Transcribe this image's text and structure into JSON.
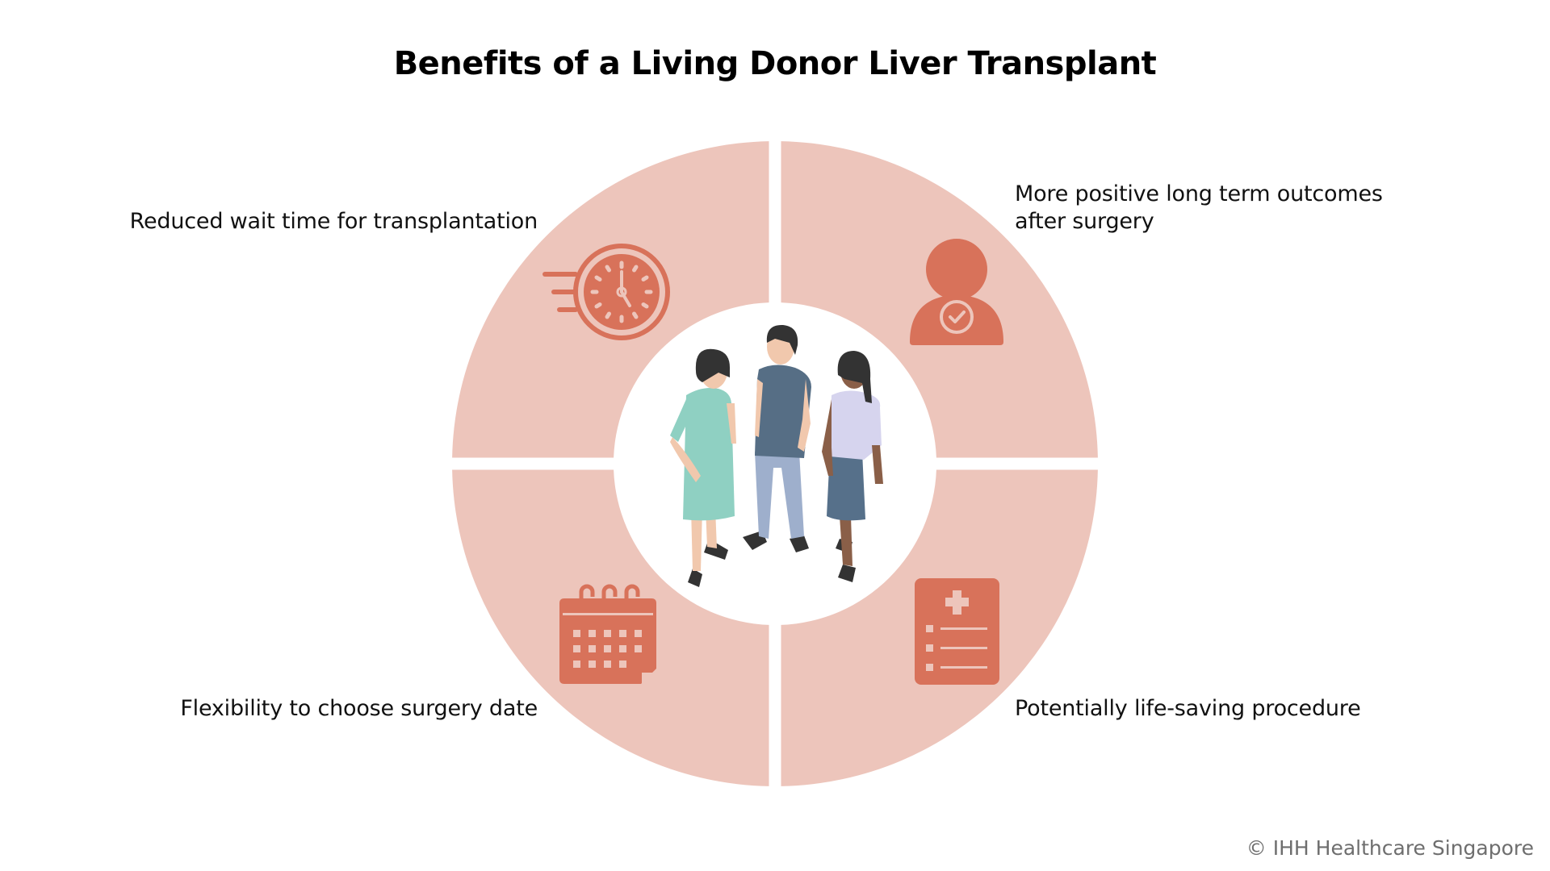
{
  "title": "Benefits of a Living Donor Liver Transplant",
  "colors": {
    "segment_fill": "#edc5bb",
    "icon_fill": "#d8725a",
    "background": "#ffffff"
  },
  "benefits": [
    {
      "position": "top-left",
      "label": "Reduced wait time for transplantation",
      "icon": "fast-clock-icon"
    },
    {
      "position": "top-right",
      "label": "More positive long term outcomes after surgery",
      "label_lines": [
        "More positive long term outcomes",
        "after surgery"
      ],
      "icon": "person-check-icon"
    },
    {
      "position": "bottom-left",
      "label": "Flexibility to choose surgery date",
      "icon": "calendar-icon"
    },
    {
      "position": "bottom-right",
      "label": "Potentially life-saving procedure",
      "icon": "medical-record-icon"
    }
  ],
  "center_illustration": "three-people-illustration",
  "credit": "© IHH Healthcare Singapore"
}
